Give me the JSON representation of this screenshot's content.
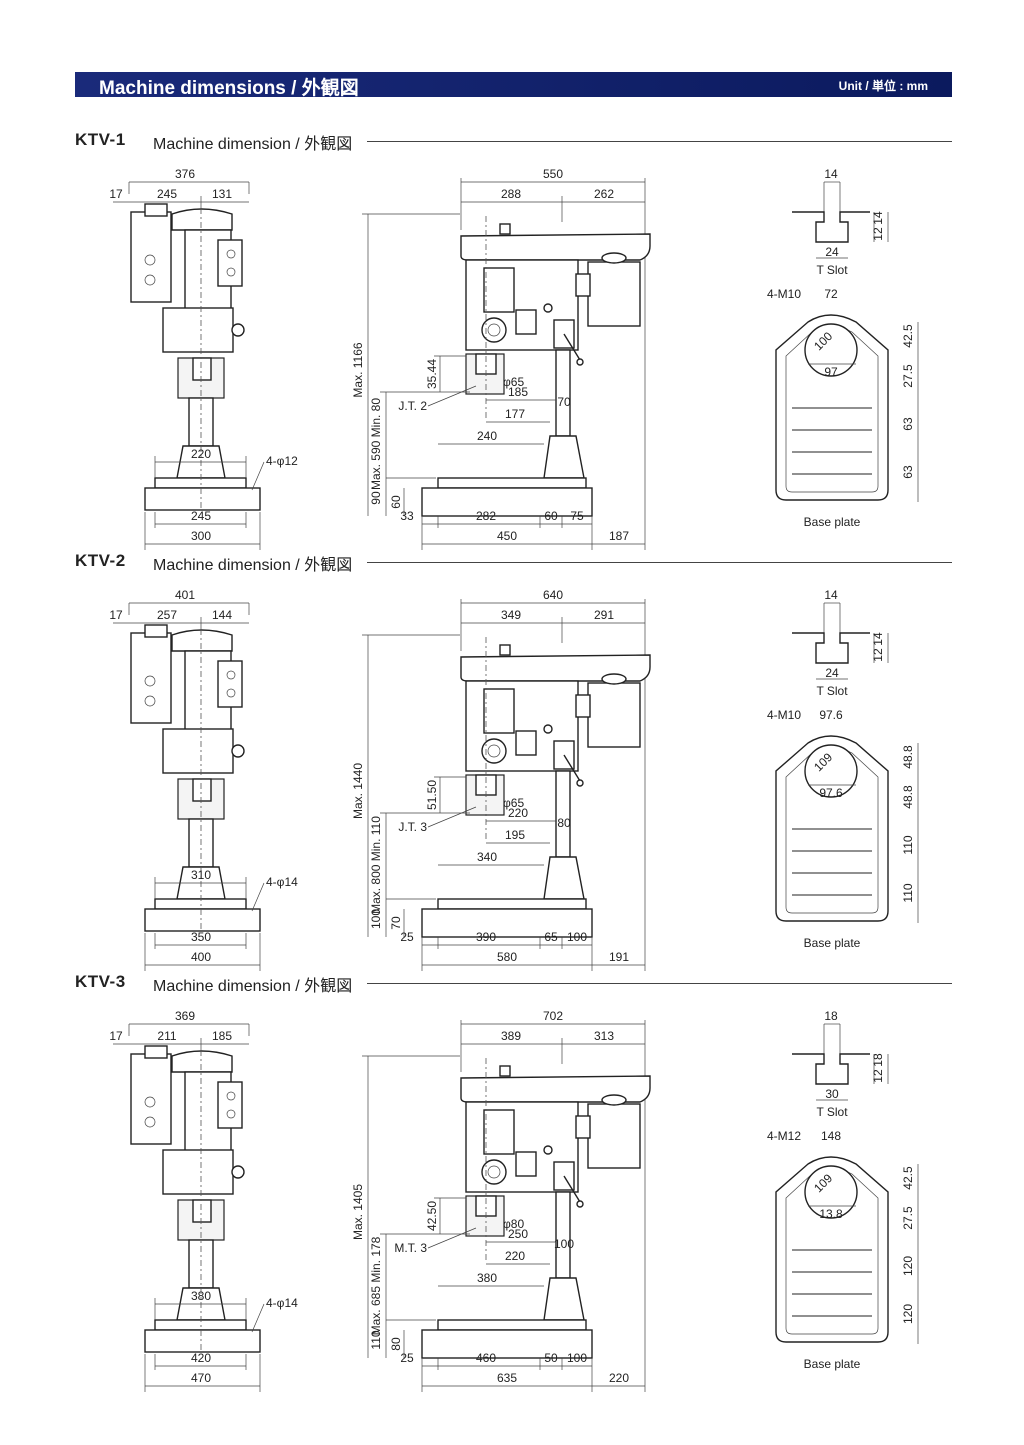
{
  "header": {
    "title": "Machine dimensions / 外観図",
    "unit": "Unit / 単位 : mm"
  },
  "common": {
    "section_label": "Machine dimension / 外観図",
    "tslot_label": "T Slot",
    "base_plate_label": "Base plate",
    "max_prefix": "Max."
  },
  "models": [
    {
      "name": "KTV-1",
      "front": {
        "top_total": "376",
        "left_offset": "17",
        "left_w": "245",
        "right_w": "131",
        "column_w": "220",
        "holes": "4-φ12",
        "base_inner": "245",
        "base_outer": "300"
      },
      "side": {
        "total_w": "550",
        "w1": "288",
        "w2": "262",
        "max_h": "Max. 1166",
        "stroke": "35.44",
        "spindle_range": "Max. 590 Min. 80",
        "quill": "φ65",
        "reach": "185",
        "col_dia": "70",
        "d177": "177",
        "d240": "240",
        "h90": "90",
        "h60": "60",
        "b33": "33",
        "b282": "282",
        "b60": "60",
        "b75": "75",
        "base_total": "450",
        "overhang": "187",
        "taper": "J.T. 2"
      },
      "tslot": {
        "top": "14",
        "h1": "12",
        "h2": "14",
        "bottom": "24"
      },
      "plate": {
        "screws": "4-M10",
        "top_w": "72",
        "dia": "100",
        "inner": "97",
        "r1": "42.5",
        "r2": "27.5",
        "r3": "63",
        "r4": "63"
      }
    },
    {
      "name": "KTV-2",
      "front": {
        "top_total": "401",
        "left_offset": "17",
        "left_w": "257",
        "right_w": "144",
        "column_w": "310",
        "holes": "4-φ14",
        "base_inner": "350",
        "base_outer": "400"
      },
      "side": {
        "total_w": "640",
        "w1": "349",
        "w2": "291",
        "max_h": "Max. 1440",
        "stroke": "51.50",
        "spindle_range": "Max. 800 Min. 110",
        "quill": "φ65",
        "reach": "220",
        "col_dia": "80",
        "d177": "195",
        "d240": "340",
        "h90": "100",
        "h60": "70",
        "b33": "25",
        "b282": "390",
        "b60": "65",
        "b75": "100",
        "base_total": "580",
        "overhang": "191",
        "taper": "J.T. 3"
      },
      "tslot": {
        "top": "14",
        "h1": "12",
        "h2": "14",
        "bottom": "24"
      },
      "plate": {
        "screws": "4-M10",
        "top_w": "97.6",
        "dia": "109",
        "inner": "97.6",
        "r1": "48.8",
        "r2": "48.8",
        "r3": "110",
        "r4": "110"
      }
    },
    {
      "name": "KTV-3",
      "front": {
        "top_total": "369",
        "left_offset": "17",
        "left_w": "211",
        "right_w": "185",
        "column_w": "380",
        "holes": "4-φ14",
        "base_inner": "420",
        "base_outer": "470"
      },
      "side": {
        "total_w": "702",
        "w1": "389",
        "w2": "313",
        "max_h": "Max. 1405",
        "stroke": "42.50",
        "spindle_range": "Max. 685 Min. 178",
        "quill": "φ80",
        "reach": "250",
        "col_dia": "100",
        "d177": "220",
        "d240": "380",
        "h90": "110",
        "h60": "80",
        "b33": "25",
        "b282": "460",
        "b60": "50",
        "b75": "100",
        "base_total": "635",
        "overhang": "220",
        "taper": "M.T. 3"
      },
      "tslot": {
        "top": "18",
        "h1": "12",
        "h2": "18",
        "bottom": "30"
      },
      "plate": {
        "screws": "4-M12",
        "top_w": "148",
        "dia": "109",
        "inner": "13.8",
        "r1": "42.5",
        "r2": "27.5",
        "r3": "120",
        "r4": "120"
      }
    }
  ]
}
